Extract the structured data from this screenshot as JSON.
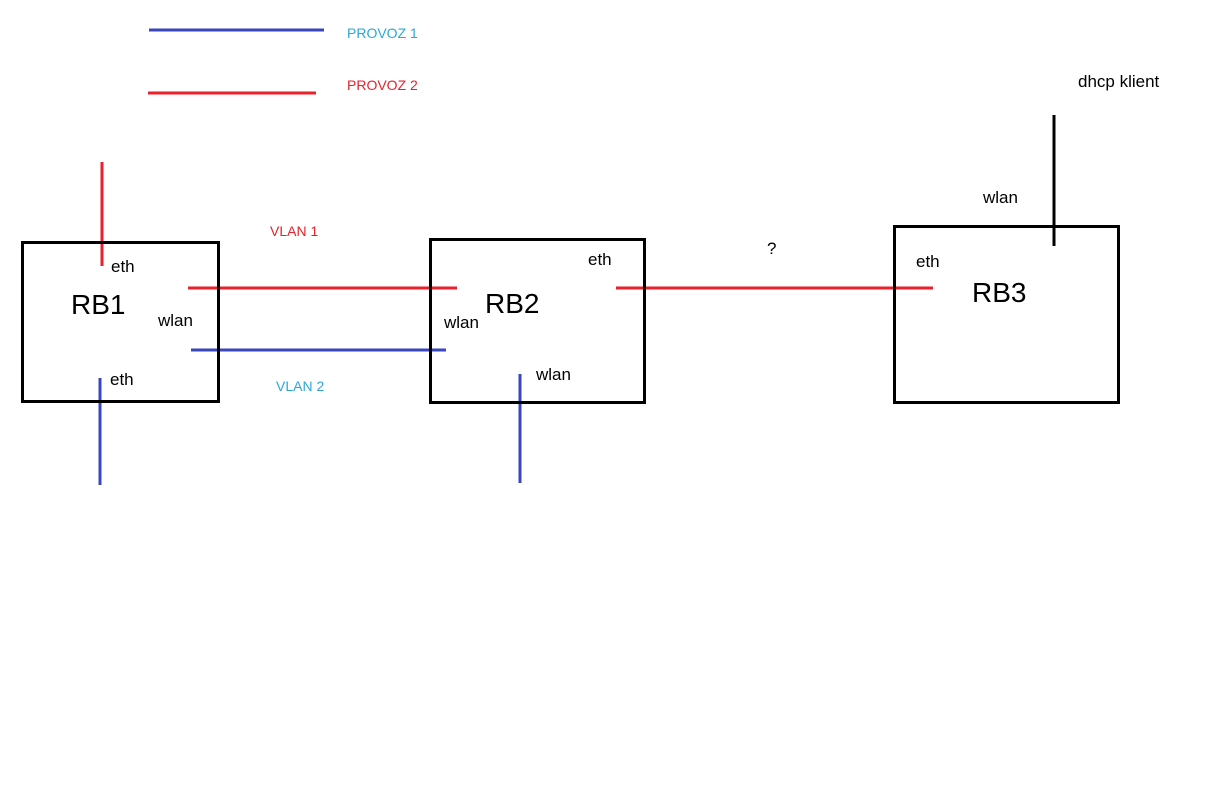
{
  "colors": {
    "provoz1": "#3a45c0",
    "provoz2": "#e8212b",
    "provoz1_text": "#2aa8d8",
    "provoz2_text": "#e8212b",
    "black": "#000000"
  },
  "legend": {
    "provoz1_label": "PROVOZ 1",
    "provoz2_label": "PROVOZ 2"
  },
  "vlans": {
    "vlan1_label": "VLAN 1",
    "vlan2_label": "VLAN 2"
  },
  "routers": {
    "rb1": {
      "name": "RB1",
      "eth_top": "eth",
      "wlan": "wlan",
      "eth_bottom": "eth"
    },
    "rb2": {
      "name": "RB2",
      "eth": "eth",
      "wlan_left": "wlan",
      "wlan_bottom": "wlan"
    },
    "rb3": {
      "name": "RB3",
      "eth": "eth",
      "wlan": "wlan"
    }
  },
  "link_unknown_label": "?",
  "dhcp_client_label": "dhcp klient"
}
